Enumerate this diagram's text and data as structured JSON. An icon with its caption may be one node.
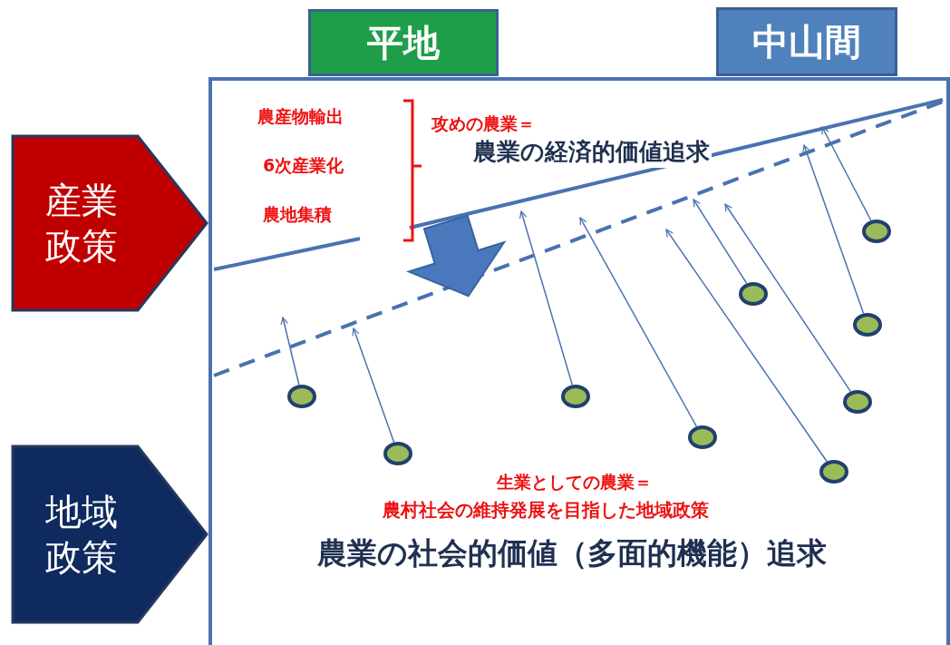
{
  "diagram": {
    "nodes": [
      {
        "text": [
          "平地"
        ]
      },
      {
        "text": [
          "中山間"
        ]
      },
      {
        "text": [
          "産業政策"
        ]
      },
      {
        "text": [
          "地域政策"
        ]
      },
      {
        "text": [],
        "shape": "box"
      },
      {
        "text": [],
        "shape": "circle",
        "in": 4
      },
      {
        "text": [],
        "shape": "circle",
        "in": 4
      },
      {
        "text": [],
        "shape": "circle",
        "in": 4
      },
      {
        "text": [],
        "shape": "circle",
        "in": 4
      },
      {
        "text": [],
        "shape": "circle",
        "in": 4
      },
      {
        "text": [],
        "shape": "circle",
        "in": 4
      },
      {
        "text": [],
        "shape": "circle",
        "in": 4
      },
      {
        "text": [],
        "shape": "circle",
        "in": 4
      },
      {
        "text": [],
        "shape": "circle",
        "in": 4
      }
    ],
    "edges": [
      {
        "from": 5,
        "to": null,
        "arrow": "to"
      },
      {
        "from": 6,
        "to": null,
        "arrow": "to"
      },
      {
        "from": 7,
        "to": null,
        "arrow": "to"
      },
      {
        "from": 8,
        "to": null,
        "arrow": "to"
      },
      {
        "from": 9,
        "to": null,
        "arrow": "to"
      },
      {
        "from": 10,
        "to": null,
        "arrow": "to"
      },
      {
        "from": 11,
        "to": null,
        "arrow": "to"
      },
      {
        "from": 12,
        "to": null,
        "arrow": "to"
      },
      {
        "from": 13,
        "to": null,
        "arrow": "to"
      }
    ],
    "labels": [
      "農産物輸出",
      "6次産業化",
      "農地集積",
      "攻めの農業＝",
      "農業の経済的価値追求",
      "生業としての農業＝",
      "農村社会の維持発展を目指した地域政策",
      "農業の社会的価値（多面的機能）追求"
    ]
  }
}
